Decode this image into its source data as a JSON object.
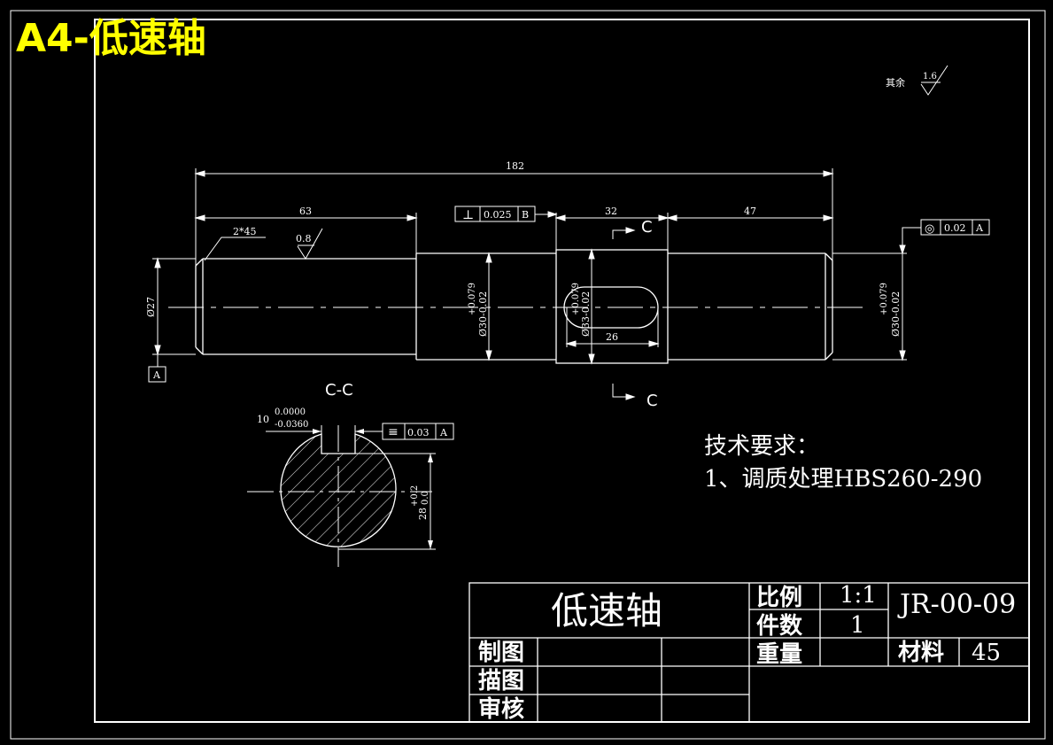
{
  "sheet_label": "A4-低速轴",
  "surface_finish": {
    "label": "其余",
    "value": "1.6"
  },
  "dimensions": {
    "total_length": "182",
    "len_left": "63",
    "len_key": "32",
    "len_right": "47",
    "chamfer": "2*45",
    "rough_left": "0.8",
    "dia_left": "Ø27",
    "dia_mid": "Ø30-0.02",
    "dia_mid_tol": "+0.079",
    "dia_key": "Ø33-0.02",
    "dia_key_tol": "+0.079",
    "dia_right": "Ø30-0.02",
    "dia_right_tol": "+0.079",
    "key_length": "26"
  },
  "tolerances": {
    "perp": {
      "symbol": "⊥",
      "value": "0.025",
      "datum": "B"
    },
    "concentric": {
      "symbol": "◎",
      "value": "0.02",
      "datum": "A"
    },
    "symmetry": {
      "symbol": "≡",
      "value": "0.03",
      "datum": "A"
    },
    "datum_a": "A"
  },
  "section": {
    "mark": "C",
    "title": "C-C",
    "key_width": "10",
    "key_width_upper": "0.0000",
    "key_width_lower": "-0.0360",
    "depth": "28",
    "depth_upper": "+0.2",
    "depth_lower": "0.0"
  },
  "tech_req": {
    "heading": "技术要求：",
    "item1": "1、调质处理HBS260-290"
  },
  "title_block": {
    "part_name": "低速轴",
    "scale_label": "比例",
    "scale_value": "1:1",
    "qty_label": "件数",
    "qty_value": "1",
    "weight_label": "重量",
    "drawing_no": "JR-00-09",
    "material_label": "材料",
    "material_value": "45",
    "drawn_label": "制图",
    "traced_label": "描图",
    "checked_label": "审核"
  },
  "colors": {
    "background": "#000000",
    "lines": "#ffffff",
    "label": "#ffff00"
  }
}
